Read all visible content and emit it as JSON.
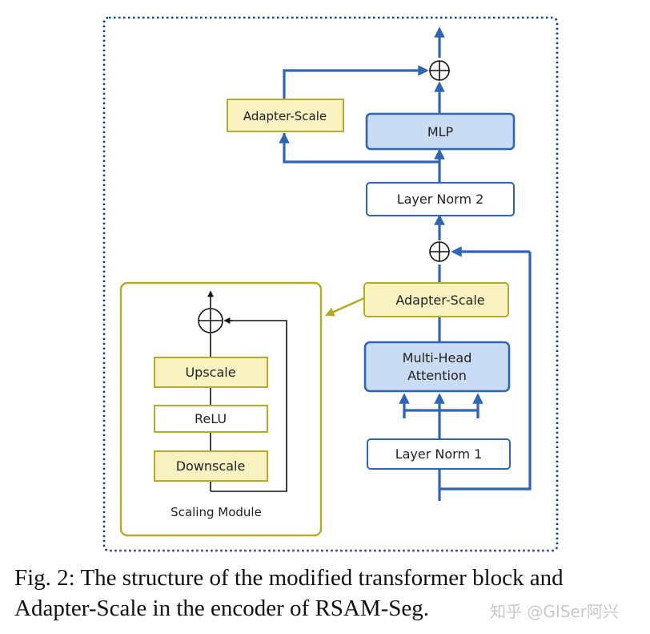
{
  "colors": {
    "blue": "#2f66b3",
    "blue_fill": "#c9dcf3",
    "olive": "#b2ab2e",
    "olive_fill": "#f7f2bf",
    "navy_dots": "#1a3d86",
    "black": "#111111"
  },
  "diagram": {
    "boxes": {
      "adapter_scale_top": "Adapter-Scale",
      "mlp": "MLP",
      "layer_norm_2": "Layer Norm 2",
      "adapter_scale_mid": "Adapter-Scale",
      "mha_line1": "Multi-Head",
      "mha_line2": "Attention",
      "layer_norm_1": "Layer Norm 1"
    },
    "scaling_module": {
      "title": "Scaling Module",
      "upscale": "Upscale",
      "relu": "ReLU",
      "downscale": "Downscale"
    },
    "icons": [
      "plus-circle-icon",
      "arrow-head-icon"
    ]
  },
  "caption": {
    "line1": "Fig. 2: The structure of the modified transformer block and",
    "line2": "Adapter-Scale in the encoder of RSAM-Seg."
  },
  "watermark": "知乎 @GISer阿兴"
}
